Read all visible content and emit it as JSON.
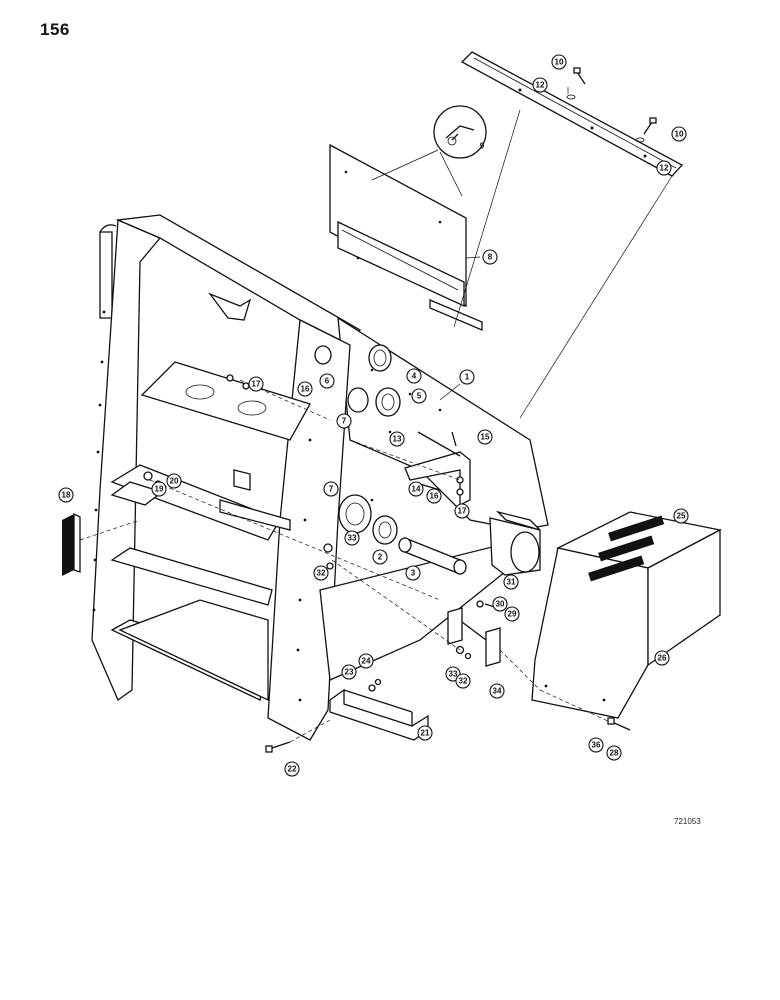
{
  "page": {
    "number": "156",
    "drawing_code": "721053"
  },
  "callouts": [
    {
      "id": "c10a",
      "label": "10"
    },
    {
      "id": "c12a",
      "label": "12"
    },
    {
      "id": "c10b",
      "label": "10"
    },
    {
      "id": "c12b",
      "label": "12"
    },
    {
      "id": "c9",
      "label": "9"
    },
    {
      "id": "c8",
      "label": "8"
    },
    {
      "id": "c1a",
      "label": "1"
    },
    {
      "id": "c4",
      "label": "4"
    },
    {
      "id": "c5",
      "label": "5"
    },
    {
      "id": "c6",
      "label": "6"
    },
    {
      "id": "c7a",
      "label": "7"
    },
    {
      "id": "c16a",
      "label": "16"
    },
    {
      "id": "c17a",
      "label": "17"
    },
    {
      "id": "c13",
      "label": "13"
    },
    {
      "id": "c15",
      "label": "15"
    },
    {
      "id": "c14",
      "label": "14"
    },
    {
      "id": "c16b",
      "label": "16"
    },
    {
      "id": "c17b",
      "label": "17"
    },
    {
      "id": "c18",
      "label": "18"
    },
    {
      "id": "c19",
      "label": "19"
    },
    {
      "id": "c20",
      "label": "20"
    },
    {
      "id": "c7b",
      "label": "7"
    },
    {
      "id": "c33a",
      "label": "33"
    },
    {
      "id": "c32a",
      "label": "32"
    },
    {
      "id": "c2",
      "label": "2"
    },
    {
      "id": "c3",
      "label": "3"
    },
    {
      "id": "c31",
      "label": "31"
    },
    {
      "id": "c25",
      "label": "25"
    },
    {
      "id": "c26",
      "label": "26"
    },
    {
      "id": "c30",
      "label": "30"
    },
    {
      "id": "c29",
      "label": "29"
    },
    {
      "id": "c33b",
      "label": "33"
    },
    {
      "id": "c32b",
      "label": "32"
    },
    {
      "id": "c34",
      "label": "34"
    },
    {
      "id": "c23",
      "label": "23"
    },
    {
      "id": "c24",
      "label": "24"
    },
    {
      "id": "c21",
      "label": "21"
    },
    {
      "id": "c22",
      "label": "22"
    },
    {
      "id": "c36",
      "label": "36"
    },
    {
      "id": "c28",
      "label": "28"
    }
  ]
}
